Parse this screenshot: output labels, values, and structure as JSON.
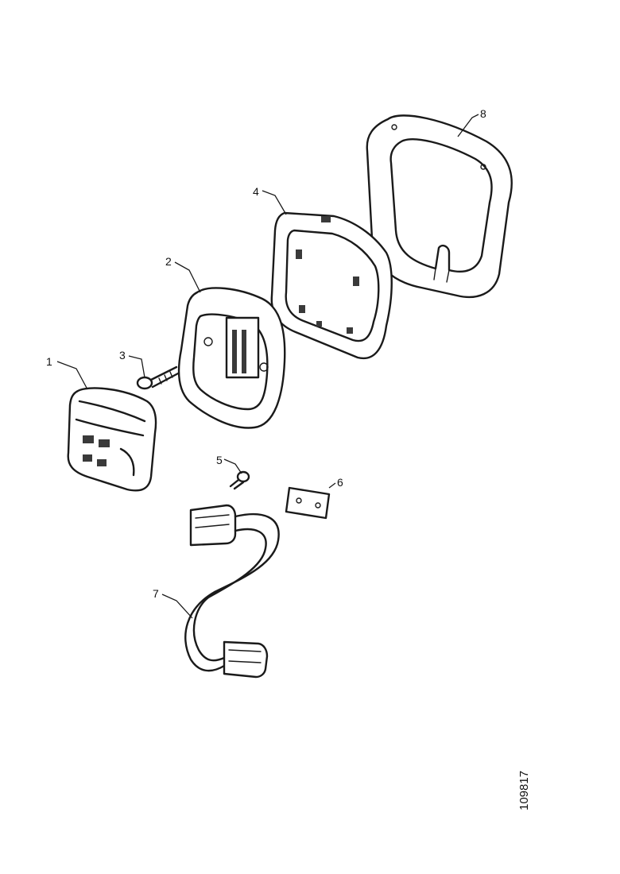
{
  "diagram": {
    "callouts": [
      {
        "id": "1",
        "label": "1"
      },
      {
        "id": "2",
        "label": "2"
      },
      {
        "id": "3",
        "label": "3"
      },
      {
        "id": "4",
        "label": "4"
      },
      {
        "id": "5",
        "label": "5"
      },
      {
        "id": "6",
        "label": "6"
      },
      {
        "id": "7",
        "label": "7"
      },
      {
        "id": "8",
        "label": "8"
      }
    ],
    "drawing_id": "109817"
  }
}
